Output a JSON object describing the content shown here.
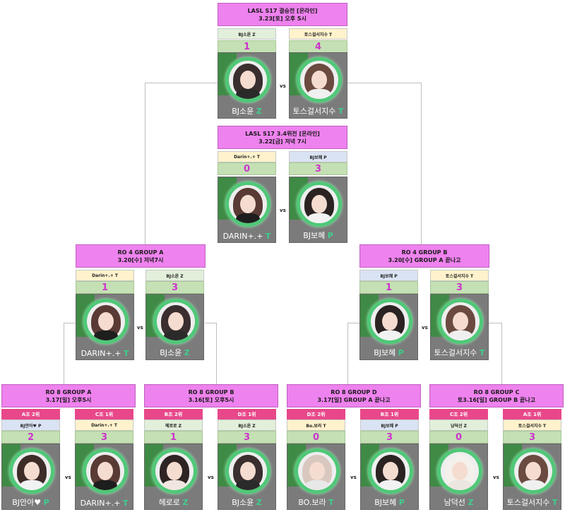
{
  "colors": {
    "header": "#ee82ee",
    "rank": "#e8488a",
    "score_bg": "#c5e0b4",
    "score_text": "#cc33cc",
    "tag_z": "#e2efda",
    "tag_t": "#fff2cc",
    "tag_p": "#dae3f3",
    "race_z": "#00b050",
    "race_t": "#00b050",
    "race_p": "#00b050"
  },
  "vs_label": "vs",
  "final": {
    "title": "LASL S17 결승전 [온라인]",
    "date": "3.23[토] 오후 5시",
    "a": {
      "tag": "BJ소윤 Z",
      "score": "1",
      "name": "BJ소윤",
      "race": "Z",
      "hair": "#3a2e2e",
      "body": "#2a2a2a"
    },
    "b": {
      "tag": "토스걸서지수 T",
      "score": "4",
      "name": "토스걸서지수",
      "race": "T",
      "hair": "#6b4a40",
      "body": "#f0f0f0"
    }
  },
  "third": {
    "title": "LASL S17 3.4위전 [온라인]",
    "date": "3.22[금] 저녁 7시",
    "a": {
      "tag": "Darin+.+ T",
      "score": "0",
      "name": "DARIN+.+",
      "race": "T",
      "hair": "#5a3a34",
      "body": "#1e1e1e"
    },
    "b": {
      "tag": "BJ보혜 P",
      "score": "3",
      "name": "BJ보혜",
      "race": "P",
      "hair": "#2b2222",
      "body": "#f2f2f2"
    }
  },
  "ro4a": {
    "title": "RO 4 GROUP A",
    "date": "3.20[수] 저녁7시",
    "a": {
      "tag": "Darin+.+ T",
      "score": "1",
      "name": "DARIN+.+",
      "race": "T",
      "hair": "#5a3a34",
      "body": "#1e1e1e"
    },
    "b": {
      "tag": "BJ소윤 Z",
      "score": "3",
      "name": "BJ소윤",
      "race": "Z",
      "hair": "#3a2e2e",
      "body": "#2a2a2a"
    }
  },
  "ro4b": {
    "title": "RO 4 GROUP B",
    "date": "3.20[수] GROUP A 끝나고",
    "a": {
      "tag": "BJ보혜 P",
      "score": "1",
      "name": "BJ보혜",
      "race": "P",
      "hair": "#2b2222",
      "body": "#f2f2f2"
    },
    "b": {
      "tag": "토스걸서지수 T",
      "score": "3",
      "name": "토스걸서지수",
      "race": "T",
      "hair": "#6b4a40",
      "body": "#f0f0f0"
    }
  },
  "ro8a": {
    "title": "RO 8 GROUP A",
    "date": "3.17[일] 오후5시",
    "a": {
      "rank": "A조 2위",
      "tag": "BJ안아♥ P",
      "score": "2",
      "name": "BJ안아♥",
      "race": "P",
      "hair": "#3e2c28",
      "body": "#f2f2f2"
    },
    "b": {
      "rank": "C조 1위",
      "tag": "Darin+.+ T",
      "score": "3",
      "name": "DARIN+.+",
      "race": "T",
      "hair": "#5a3a34",
      "body": "#1e1e1e"
    }
  },
  "ro8b": {
    "title": "RO 8 GROUP B",
    "date": "3.16[토] 오후5시",
    "a": {
      "rank": "B조 2위",
      "tag": "헤로로 Z",
      "score": "1",
      "name": "헤로로",
      "race": "Z",
      "hair": "#2e2424",
      "body": "#f0e6e0"
    },
    "b": {
      "rank": "D조 1위",
      "tag": "BJ소윤 Z",
      "score": "3",
      "name": "BJ소윤",
      "race": "Z",
      "hair": "#3a2e2e",
      "body": "#2a2a2a"
    }
  },
  "ro8d": {
    "title": "RO 8 GROUP D",
    "date": "3.17[일] GROUP A 끝나고",
    "a": {
      "rank": "D조 2위",
      "tag": "Bo.보라 T",
      "score": "0",
      "name": "BO.보라",
      "race": "T",
      "hair": "#d8c8c0",
      "body": "#e8e8e8"
    },
    "b": {
      "rank": "B조 1위",
      "tag": "BJ보혜 P",
      "score": "3",
      "name": "BJ보혜",
      "race": "P",
      "hair": "#2b2222",
      "body": "#f2f2f2"
    }
  },
  "ro8c": {
    "title": "RO 8 GROUP C",
    "date": "토3.16[일] GROUP B 끝나고",
    "a": {
      "rank": "C조 2위",
      "tag": "남덕선 Z",
      "score": "0",
      "name": "남덕선",
      "race": "Z",
      "hair": "#f4f0ec",
      "body": "#ece6e0"
    },
    "b": {
      "rank": "A조 1위",
      "tag": "토스걸서지수 T",
      "score": "3",
      "name": "토스걸서지수",
      "race": "T",
      "hair": "#6b4a40",
      "body": "#f0f0f0"
    }
  }
}
